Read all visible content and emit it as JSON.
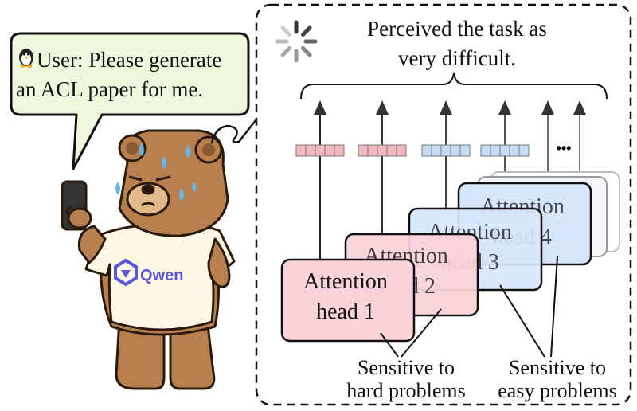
{
  "speech_bubble": {
    "line1": "User: Please generate",
    "line2": "an ACL paper for me."
  },
  "shirt_logo": "Qwen",
  "perception": {
    "line1": "Perceived the task as",
    "line2": "very difficult."
  },
  "ellipsis": "•••",
  "heads": [
    {
      "line1": "Attention",
      "line2": "head 1"
    },
    {
      "line1": "Attention",
      "line2": "head 2"
    },
    {
      "line1": "Attention",
      "line2": "head 3"
    },
    {
      "line1": "Attention",
      "line2": "head 4"
    }
  ],
  "labels": {
    "hard": {
      "line1": "Sensitive to",
      "line2": "hard problems"
    },
    "easy": {
      "line1": "Sensitive to",
      "line2": "easy problems"
    }
  },
  "colors": {
    "hard_fill": "#f9d3d8",
    "hard_token": "#f2b7bf",
    "easy_fill": "#d6e7fb",
    "easy_token": "#c4dcf6",
    "bubble_fill": "#eef8dc",
    "bear_fur": "#b9804f",
    "bear_dark": "#8a5a35",
    "sweat": "#63b8e6",
    "qwen": "#5c57d6"
  },
  "icons": {
    "user_icon": "penguin-icon",
    "spinner": "loading-spinner-icon"
  }
}
